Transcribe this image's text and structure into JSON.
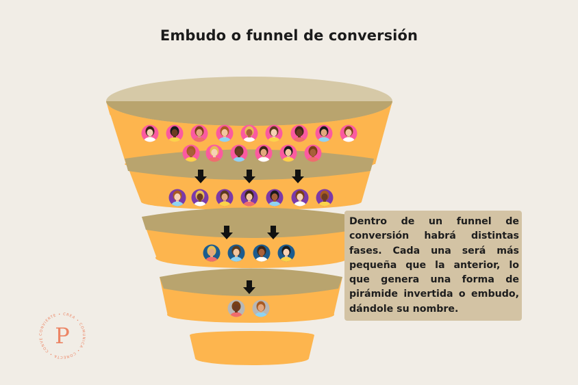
{
  "title": "Embudo o funnel de conversión",
  "description": "Dentro de un funnel de conversión habrá distintas fases. Cada una será más pequeña que la anterior, lo que genera una forma de pirámide invertida o embudo, dándole su nombre.",
  "stages": [
    {
      "stage": 1,
      "people_count": 15
    },
    {
      "stage": 2,
      "people_count": 7
    },
    {
      "stage": 3,
      "people_count": 4
    },
    {
      "stage": 4,
      "people_count": 2
    },
    {
      "stage": 5,
      "people_count": 0
    }
  ],
  "arrows_between_stages": [
    3,
    2,
    1
  ],
  "logo": {
    "letter": "P",
    "ring_words": [
      "CREA",
      "COMUNICA",
      "CONECTA",
      "CONVIERTE",
      "CONVENCE"
    ]
  },
  "colors": {
    "background": "#f1ede6",
    "funnel_orange": "#fdb54e",
    "funnel_rim": "#b9a46e",
    "funnel_top": "#d6c9a7",
    "desc_box": "#d3c3a4",
    "logo": "#ec8565"
  }
}
